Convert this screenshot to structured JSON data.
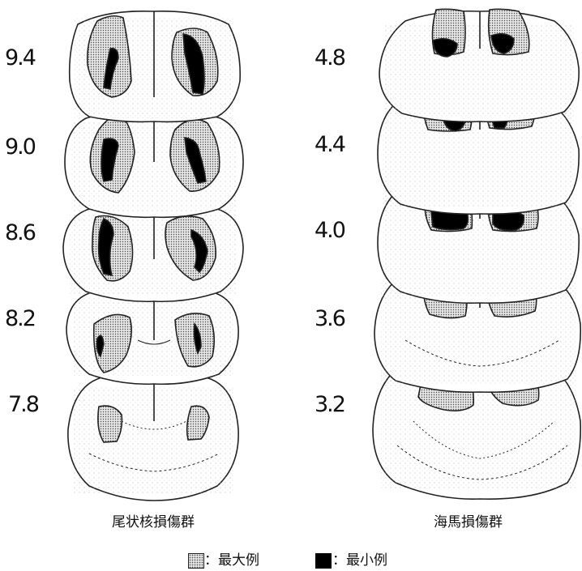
{
  "left_group": {
    "caption": "尾状核損傷群",
    "levels": [
      "9.4",
      "9.0",
      "8.6",
      "8.2",
      "7.8"
    ]
  },
  "right_group": {
    "caption": "海馬損傷群",
    "levels": [
      "4.8",
      "4.4",
      "4.0",
      "3.6",
      "3.2"
    ]
  },
  "legend": {
    "max_label": "：最大例",
    "min_label": "：最小例"
  },
  "colors": {
    "outline": "#222222",
    "max_fill": "#e4e4e4",
    "min_fill": "#000000"
  }
}
